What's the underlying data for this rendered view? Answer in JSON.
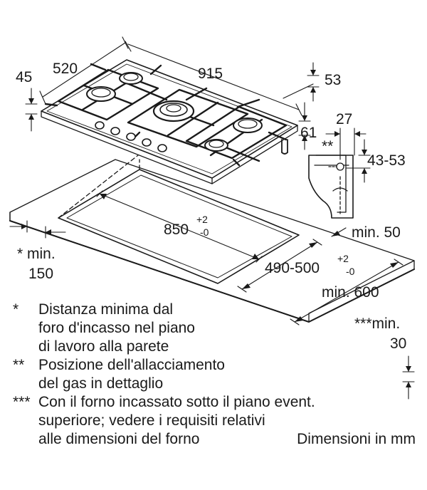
{
  "dimensions": {
    "d45": "45",
    "d520": "520",
    "d915": "915",
    "d53": "53",
    "d27": "27",
    "d61": "61",
    "d_stars": "**",
    "d43_53": "43-53",
    "d850": "850",
    "d850_tol_plus": "+2",
    "d850_tol_minus": "-0",
    "d490_500": "490-500",
    "d490_tol_plus": "+2",
    "d490_tol_minus": "-0",
    "min50": "min. 50",
    "min600": "min. 600",
    "min150_label": "* min.",
    "min150_value": "150",
    "min30_label": "***min.",
    "min30_value": "30"
  },
  "notes": [
    {
      "mark": "*",
      "lines": [
        "Distanza minima dal",
        "foro d'incasso nel piano",
        "di lavoro alla parete"
      ]
    },
    {
      "mark": "**",
      "lines": [
        "Posizione dell'allacciamento",
        "del gas in dettaglio"
      ]
    },
    {
      "mark": "***",
      "lines": [
        "Con il forno incassato sotto il piano event.",
        "superiore; vedere i requisiti relativi",
        "alle dimensioni del forno"
      ]
    }
  ],
  "units": "Dimensioni in mm"
}
